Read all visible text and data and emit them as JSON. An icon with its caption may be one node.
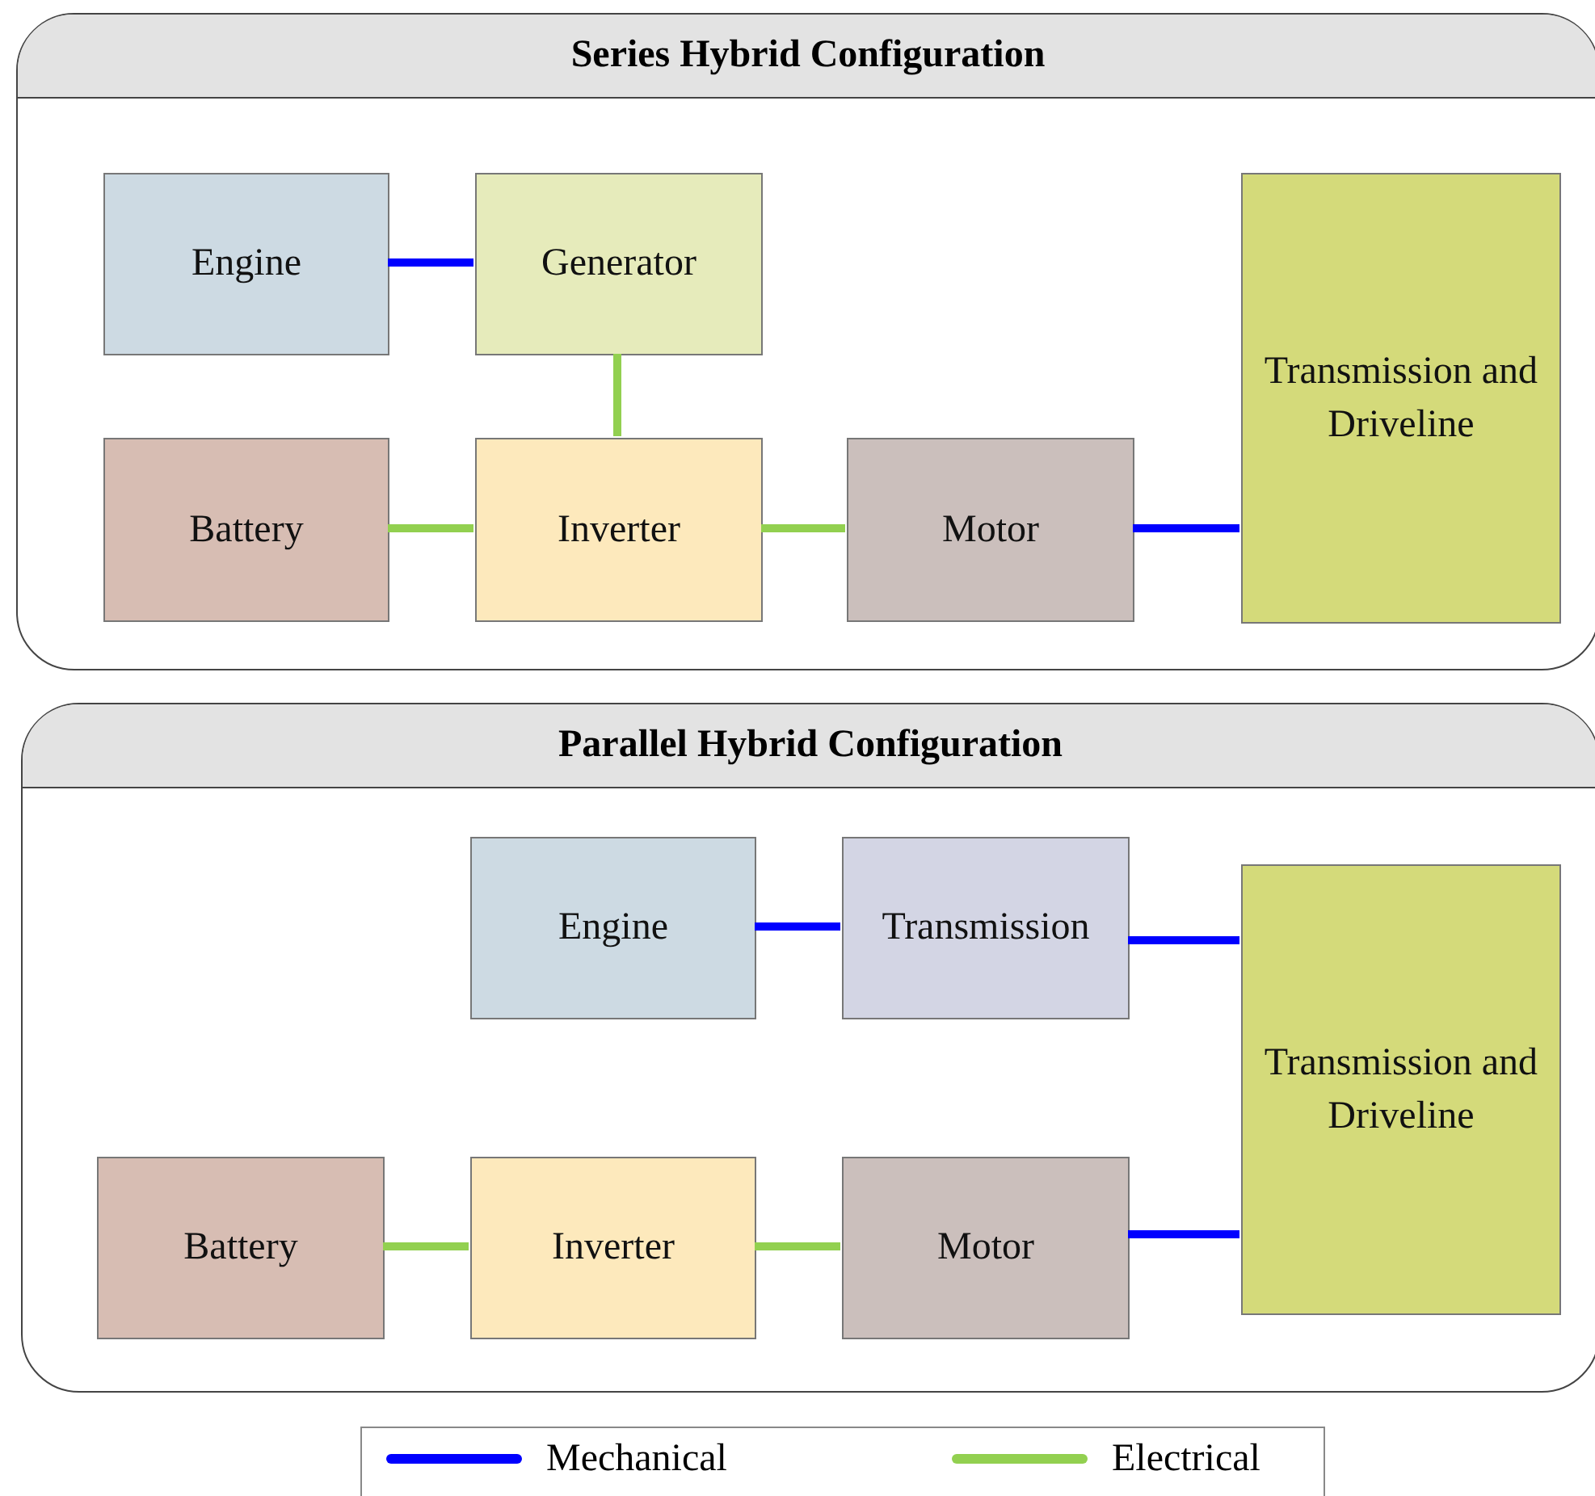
{
  "diagram": {
    "nodes": [
      {
        "text": [
          "Series Hybrid Configuration"
        ]
      },
      {
        "text": [
          "Engine"
        ],
        "in": 0
      },
      {
        "text": [
          "Generator"
        ],
        "in": 0
      },
      {
        "text": [
          "Battery"
        ],
        "in": 0
      },
      {
        "text": [
          "Inverter"
        ],
        "in": 0
      },
      {
        "text": [
          "Motor"
        ],
        "in": 0
      },
      {
        "text": [
          "Transmission and Driveline"
        ],
        "in": 0
      },
      {
        "text": [
          "Parallel Hybrid Configuration"
        ]
      },
      {
        "text": [
          "Engine"
        ],
        "in": 7
      },
      {
        "text": [
          "Transmission"
        ],
        "in": 7
      },
      {
        "text": [
          "Battery"
        ],
        "in": 7
      },
      {
        "text": [
          "Inverter"
        ],
        "in": 7
      },
      {
        "text": [
          "Motor"
        ],
        "in": 7
      },
      {
        "text": [
          "Transmission and Driveline"
        ],
        "in": 7
      }
    ],
    "edges": [
      {
        "from": 1,
        "to": 2,
        "arrow": "none",
        "color": "#0000ff"
      },
      {
        "from": 2,
        "to": 4,
        "arrow": "none",
        "color": "#92d050"
      },
      {
        "from": 3,
        "to": 4,
        "arrow": "none",
        "color": "#92d050"
      },
      {
        "from": 4,
        "to": 5,
        "arrow": "none",
        "color": "#92d050"
      },
      {
        "from": 5,
        "to": 6,
        "arrow": "none",
        "color": "#0000ff"
      },
      {
        "from": 8,
        "to": 9,
        "arrow": "none",
        "color": "#0000ff"
      },
      {
        "from": 9,
        "to": 13,
        "arrow": "none",
        "color": "#0000ff"
      },
      {
        "from": 12,
        "to": 13,
        "arrow": "none",
        "color": "#0000ff"
      },
      {
        "from": 10,
        "to": 11,
        "arrow": "none",
        "color": "#92d050"
      },
      {
        "from": 11,
        "to": 12,
        "arrow": "none",
        "color": "#92d050"
      }
    ],
    "legend": [
      {
        "text": "Mechanical",
        "color": "#0000ff"
      },
      {
        "text": "Electrical",
        "color": "#92d050"
      }
    ]
  }
}
